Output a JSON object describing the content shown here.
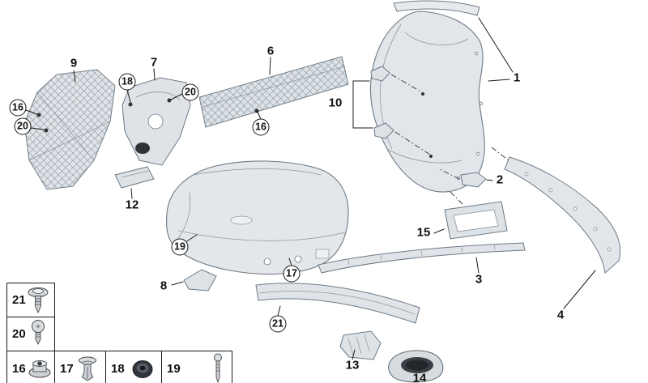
{
  "diagram": {
    "subject": "rear-bumper-exploded-parts-diagram",
    "background": "#ffffff",
    "part_fill": "#e2e6ea",
    "part_stroke": "#6e7a84",
    "line_color": "#1c1c1c",
    "dark_detail": "#2e3338"
  },
  "callouts": {
    "p1": "1",
    "p2": "2",
    "p3": "3",
    "p4": "4",
    "p6": "6",
    "p7": "7",
    "p8": "8",
    "p9": "9",
    "p10": "10",
    "p12": "12",
    "p13": "13",
    "p14": "14",
    "p15": "15",
    "c16a": "16",
    "c16b": "16",
    "c17": "17",
    "c18": "18",
    "c19": "19",
    "c20a": "20",
    "c20b": "20",
    "c21": "21"
  },
  "legend": {
    "box21": {
      "num": "21",
      "icon": "flange-head-screw-icon"
    },
    "box20": {
      "num": "20",
      "icon": "torx-screw-icon"
    },
    "box16": {
      "num": "16",
      "icon": "flange-nut-icon"
    },
    "box17": {
      "num": "17",
      "icon": "expanding-rivet-icon"
    },
    "box18": {
      "num": "18",
      "icon": "grommet-icon"
    },
    "box19": {
      "num": "19",
      "icon": "push-pin-icon"
    }
  }
}
